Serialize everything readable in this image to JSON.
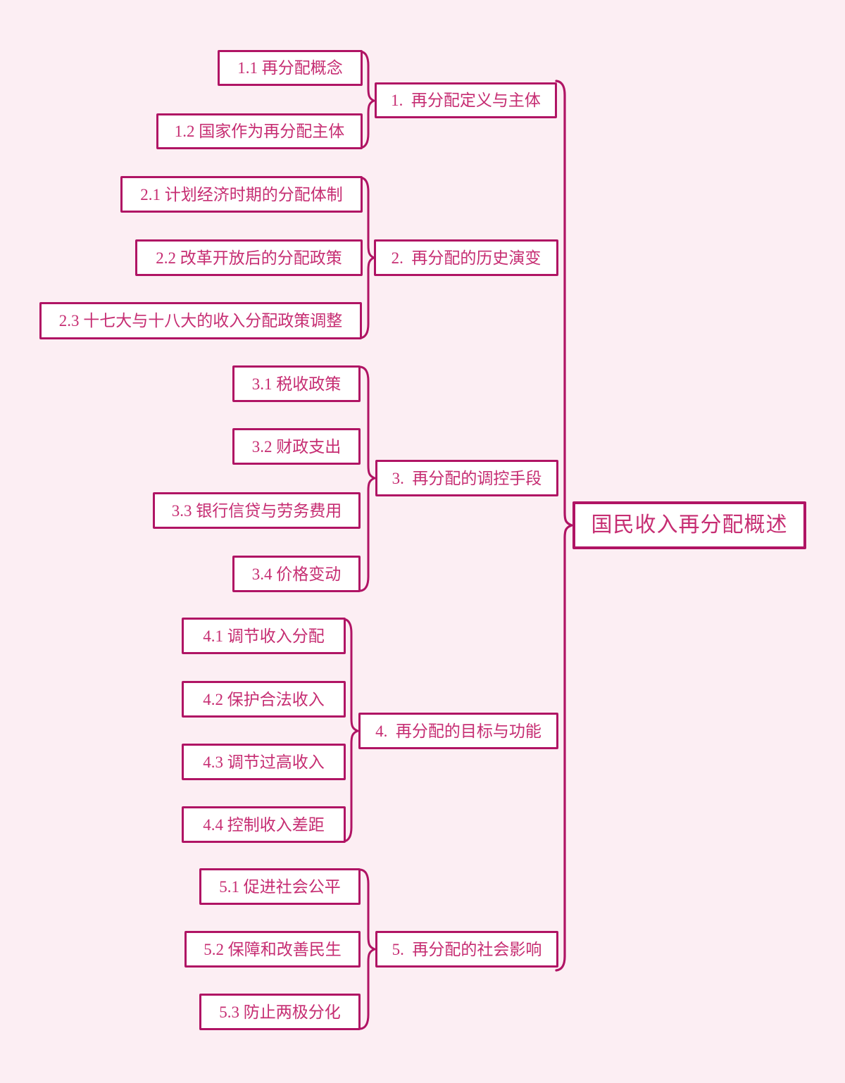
{
  "root": {
    "label": "国民收入再分配概述"
  },
  "branches": [
    {
      "label": "1.  再分配定义与主体",
      "children": [
        {
          "label": "1.1 再分配概念"
        },
        {
          "label": "1.2 国家作为再分配主体"
        }
      ]
    },
    {
      "label": "2.  再分配的历史演变",
      "children": [
        {
          "label": "2.1 计划经济时期的分配体制"
        },
        {
          "label": "2.2 改革开放后的分配政策"
        },
        {
          "label": "2.3 十七大与十八大的收入分配政策调整"
        }
      ]
    },
    {
      "label": "3.  再分配的调控手段",
      "children": [
        {
          "label": "3.1 税收政策"
        },
        {
          "label": "3.2 财政支出"
        },
        {
          "label": "3.3 银行信贷与劳务费用"
        },
        {
          "label": "3.4 价格变动"
        }
      ]
    },
    {
      "label": "4.  再分配的目标与功能",
      "children": [
        {
          "label": "4.1 调节收入分配"
        },
        {
          "label": "4.2 保护合法收入"
        },
        {
          "label": "4.3 调节过高收入"
        },
        {
          "label": "4.4 控制收入差距"
        }
      ]
    },
    {
      "label": "5.  再分配的社会影响",
      "children": [
        {
          "label": "5.1 促进社会公平"
        },
        {
          "label": "5.2 保障和改善民生"
        },
        {
          "label": "5.3 防止两极分化"
        }
      ]
    }
  ],
  "colors": {
    "canvas_bg": "#fceef3",
    "node_bg": "#ffffff",
    "node_border": "#b01464",
    "node_text": "#c62d72",
    "connector": "#b01464"
  }
}
